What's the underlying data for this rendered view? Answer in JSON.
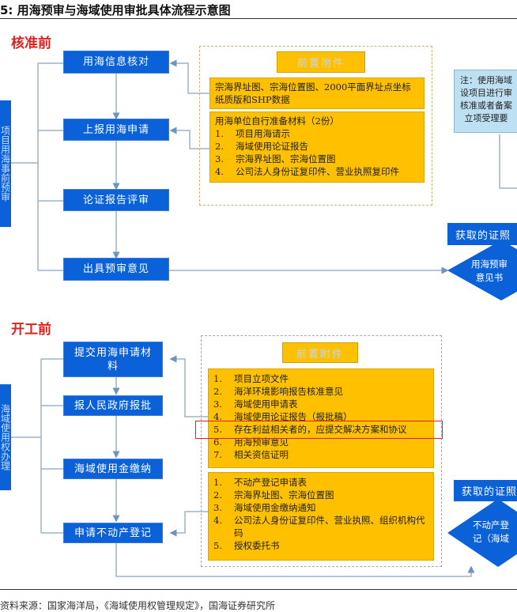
{
  "figure": {
    "title": "5: 用海预审与海域使用审批具体流程示意图",
    "footer": "资料来源：国家海洋局，《海域使用权管理规定》，国海证券研究所"
  },
  "section1": {
    "label": "核准前",
    "side_label": "项目用海事前预审",
    "steps": [
      "用海信息核对",
      "上报用海申请",
      "论证报告评审",
      "出具预审意见"
    ],
    "attachments_tag": "前置附件",
    "box1_text": "宗海界址图、宗海位置图、2000平面界址点坐标纸质版和SHP数据",
    "box2_heading": "用海单位自行准备材料（2份）",
    "box2_items": [
      {
        "n": "1.",
        "t": "项目用海请示"
      },
      {
        "n": "2.",
        "t": "海域使用论证报告"
      },
      {
        "n": "3.",
        "t": "宗海界址图、宗海位置图"
      },
      {
        "n": "4.",
        "t": "公司法人身份证复印件、营业执照复印件"
      }
    ],
    "note_lines": [
      "注：使用海域",
      "设项目进行审",
      "核准或者备案",
      "立项受理要"
    ],
    "cert_header": "获取的证照",
    "cert_diamond": [
      "用海预审",
      "意见书"
    ]
  },
  "section2": {
    "label": "开工前",
    "side_label": "海域使用权办理",
    "steps": [
      "提交用海申请材料",
      "报人民政府报批",
      "海域使用金缴纳",
      "申请不动产登记"
    ],
    "attachments_tag": "前置附件",
    "box1_items": [
      {
        "n": "1.",
        "t": "项目立项文件"
      },
      {
        "n": "2.",
        "t": "海洋环境影响报告核准意见"
      },
      {
        "n": "3.",
        "t": "海域使用申请表"
      },
      {
        "n": "4.",
        "t": "海域使用论证报告（报批稿）"
      },
      {
        "n": "5.",
        "t": "存在利益相关者的，应提交解决方案和协议"
      },
      {
        "n": "6.",
        "t": "用海预审意见"
      },
      {
        "n": "7.",
        "t": "相关资信证明"
      }
    ],
    "highlighted_item_index": 4,
    "box2_items": [
      {
        "n": "1.",
        "t": "不动产登记申请表"
      },
      {
        "n": "2.",
        "t": "宗海界址图、宗海位置图"
      },
      {
        "n": "3.",
        "t": "海域使用金缴纳通知"
      },
      {
        "n": "4.",
        "t": "公司法人身份证复印件、营业执照、组织机构代码"
      },
      {
        "n": "5.",
        "t": "授权委托书"
      }
    ],
    "cert_header": "获取的证照",
    "cert_diamond": [
      "不动产登",
      "记（海域"
    ]
  },
  "colors": {
    "step_blue": "#0b62d8",
    "attachment_yellow": "#ffc000",
    "section_red": "#e0201c",
    "note_blue": "#bde0f2",
    "connector": "#8aa7c4"
  }
}
